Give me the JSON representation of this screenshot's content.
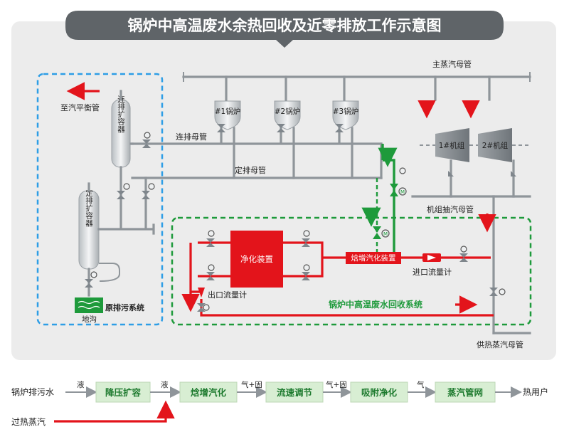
{
  "title": "锅炉中高温废水余热回收及近零排放工作示意图",
  "labels": {
    "main_steam": "主蒸汽母管",
    "boiler1": "#1锅炉",
    "boiler2": "#2锅炉",
    "boiler3": "#3锅炉",
    "to_balance": "至汽平衡管",
    "cont_expander": "连排扩容器",
    "cont_header": "连排母管",
    "fixed_header": "定排母管",
    "fixed_expander": "定排扩容器",
    "unit1": "1#机组",
    "unit2": "2#机组",
    "extraction_header": "机组抽汽母管",
    "purifier": "净化装置",
    "enthalpy_device": "焓增汽化装置",
    "inlet_flow": "进口流量计",
    "outlet_flow": "出口流量计",
    "recovery_system": "锅炉中高温废水回收系统",
    "original_system": "原排污系统",
    "trench": "地沟",
    "supply_steam": "供热蒸汽母管",
    "meter_symbol": "M"
  },
  "flow": {
    "source": "锅炉排污水",
    "steps": [
      "降压扩容",
      "焓增汽化",
      "流速调节",
      "吸附净化",
      "蒸汽管网"
    ],
    "arrows": [
      "液",
      "液",
      "气+固",
      "气+固",
      "气"
    ],
    "output": "热用户",
    "extra_input": "过热蒸汽"
  },
  "colors": {
    "pipe": "#8f959a",
    "hot_water": "#e3141b",
    "recovery_green": "#1e9a3b",
    "original_blue": "#2e9ee6",
    "title_bar": "#5f6468",
    "panel": "#ececec"
  }
}
